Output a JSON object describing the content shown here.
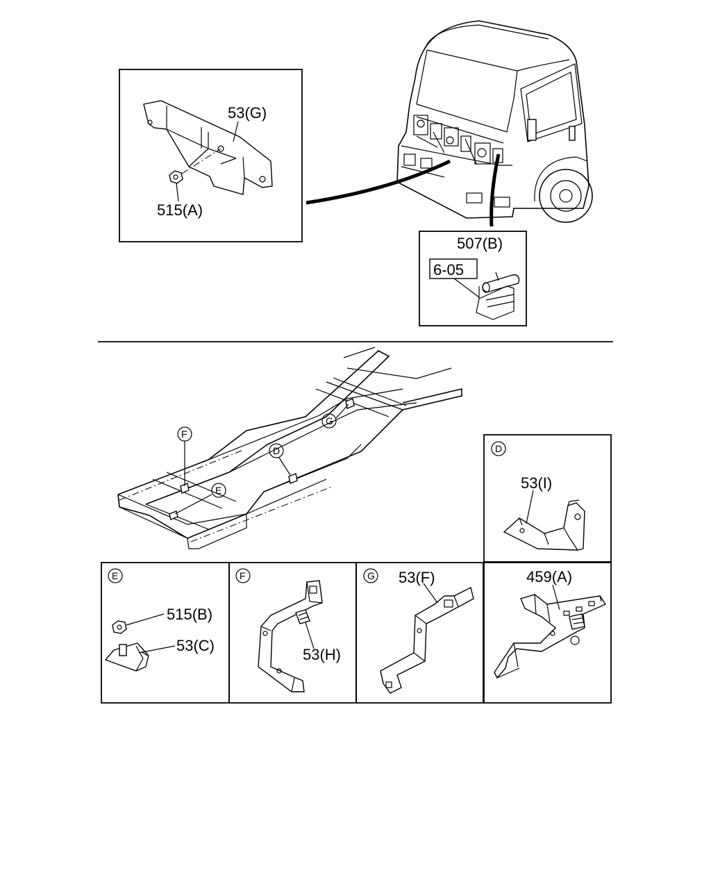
{
  "top_left_callout": {
    "part_label": "53(G)",
    "nut_label": "515(A)"
  },
  "top_right_callout": {
    "hose_label": "507(B)",
    "ref_label": "6-05"
  },
  "frame_markers": {
    "f": "F",
    "g": "G",
    "d": "D",
    "e": "E"
  },
  "detail_d": {
    "marker": "D",
    "part_label": "53(I)"
  },
  "detail_e": {
    "marker": "E",
    "nut_label": "515(B)",
    "part_label": "53(C)"
  },
  "detail_f": {
    "marker": "F",
    "part_label": "53(H)"
  },
  "detail_g": {
    "marker": "G",
    "part_label": "53(F)"
  },
  "detail_h": {
    "part_label": "459(A)"
  }
}
